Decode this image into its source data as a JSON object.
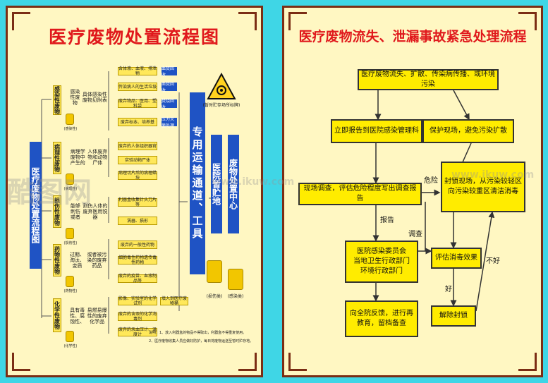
{
  "left": {
    "title": "医疗废物处置流程图",
    "main_vertical": "医疗废物处置流程图",
    "transport": "专用运输通道、工具",
    "storage": "医院暂贮地",
    "center": "废物处置中心",
    "hazard_caption": "(暂时贮存场所标牌)",
    "categories": [
      {
        "name": "感染性废物",
        "notes": [
          "感染性废物",
          "具体感染性废物见附表"
        ],
        "items": [
          "含体液、血液、排泄物",
          "传染病人的生活垃圾",
          "废弃物品：医用、塑料袋",
          "废弃标本、培养基"
        ],
        "tags": [
          "血焚回收",
          "血焚回收",
          "焚烧回收",
          "压力灭菌处理"
        ]
      },
      {
        "name": "病理性废物",
        "notes": [
          "病理学废物中产生的",
          "人体废弃物和动物尸体"
        ],
        "items": [
          "废弃的人体组织器官",
          "实验动物尸体",
          "病理切片后的病理蜡块"
        ],
        "tags": []
      },
      {
        "name": "损伤性废物",
        "notes": [
          "能够刺伤或者",
          "割伤人体的废弃医用锐器"
        ],
        "items": [
          "利器盒收集针头刀片等",
          "涡器、损形"
        ],
        "tags": []
      },
      {
        "name": "药物性废物",
        "notes": [
          "过期、淘汰、变质",
          "或者被污染的废弃药品"
        ],
        "items": [
          "废弃的一般性药物",
          "细胞毒性药物遗传毒性药物",
          "废弃的疫苗、血液制品等"
        ],
        "tags": []
      },
      {
        "name": "化学性废物",
        "notes": [
          "具有毒性、腐蚀性、",
          "易燃易爆性的废弃化学品"
        ],
        "items": [
          "影像、实验室的化学试剂",
          "废弃的含汞的化学消毒剂",
          "废弃的汞血压计、温度计"
        ],
        "tags": [
          "填入到医疗废物桶"
        ]
      }
    ],
    "bin_labels": [
      "(感染性)",
      "(病理性)",
      "(损伤性)",
      "(药物性)",
      "(化学性)"
    ],
    "big_bin_labels": [
      "(损伤类)",
      "(感染类)"
    ],
    "footnotes": [
      "说明：1、放入利器盒的物品不得取出，利器盒不得重复使用。",
      "2、医疗废物收集人员应做好防护，每日将废物运送至暂时贮存地。"
    ]
  },
  "right": {
    "title": "医疗废物流失、泄漏事故紧急处理流程",
    "box1": "医疗废物流失、扩散、传染病传播、或环境污染",
    "box2": "立即报告到医院感染管理科",
    "box3": "保护现场，避免污染扩散",
    "box4": "现场调查，评估危险程度写出调查报告",
    "box5": "封锁现场，从污染较轻区向污染较重区清洁消毒",
    "box6": [
      "医院感染委员会",
      "当地卫生行政部门",
      "环境行政部门"
    ],
    "box7": "评估消毒效果",
    "box8": "向全院反馈，进行再教育，留档备查",
    "box9": "解除封锁",
    "labels": {
      "danger": "危险",
      "report": "报告",
      "investigate": "调查",
      "bad": "不好",
      "good": "好"
    }
  },
  "watermark": [
    "酷图网",
    "www.ikuw.com"
  ],
  "colors": {
    "background": "#3fd6e6",
    "panel": "#fff7c2",
    "title_red": "#e0191c",
    "box_yellow": "#ffec00",
    "blue": "#1f53c4"
  }
}
